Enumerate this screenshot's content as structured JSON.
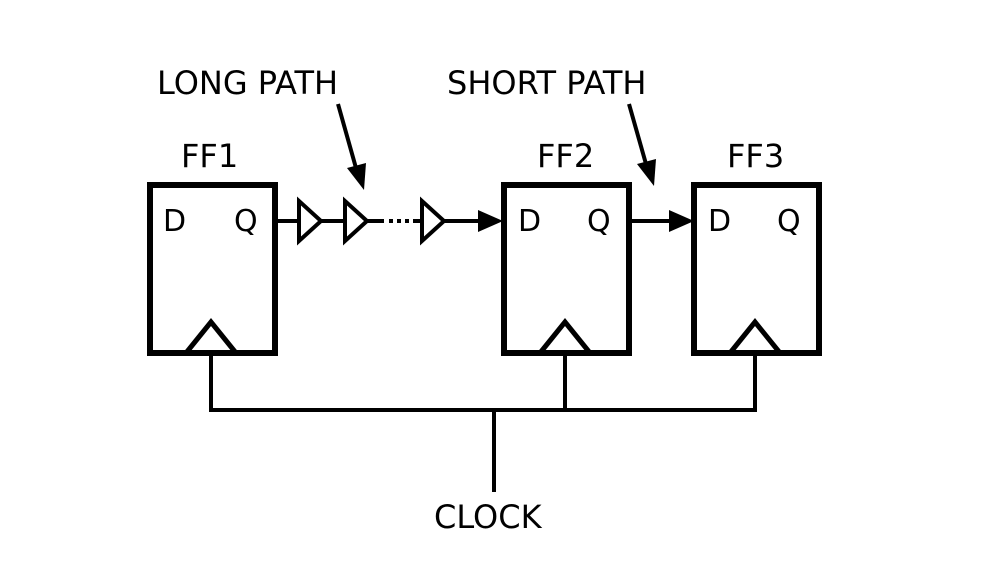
{
  "labels": {
    "long_path": "LONG PATH",
    "short_path": "SHORT PATH",
    "clock": "CLOCK"
  },
  "flipflops": [
    {
      "name": "FF1",
      "d": "D",
      "q": "Q"
    },
    {
      "name": "FF2",
      "d": "D",
      "q": "Q"
    },
    {
      "name": "FF3",
      "d": "D",
      "q": "Q"
    }
  ],
  "colors": {
    "stroke": "#000000",
    "background": "#ffffff"
  }
}
